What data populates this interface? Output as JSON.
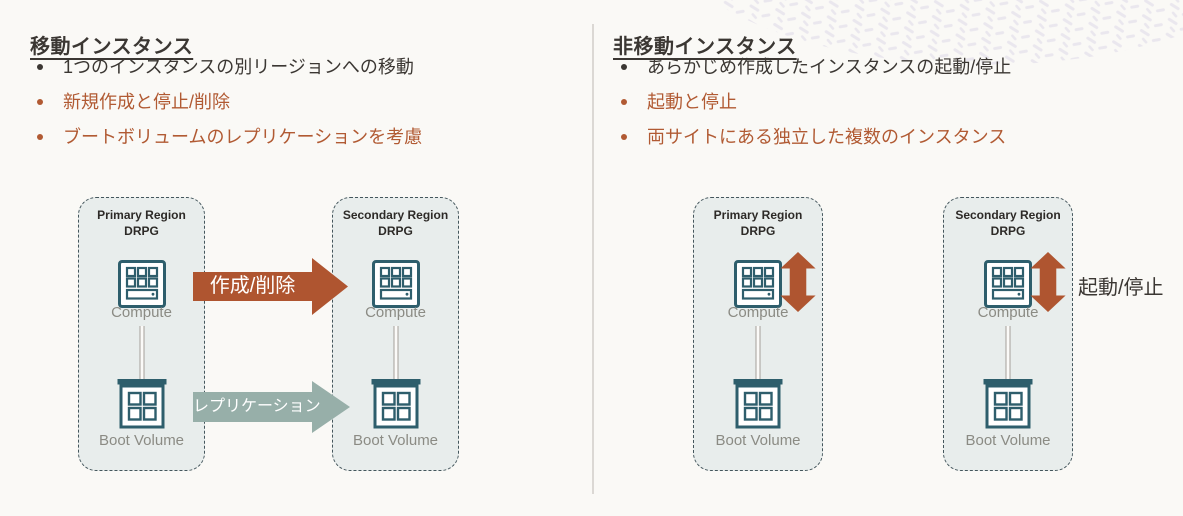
{
  "colors": {
    "accent_orange": "#af5530",
    "accent_sage": "#97afa9",
    "icon_teal": "#2e5e6c",
    "region_box_fill": "#e8edec",
    "orange_text": "#b15a33",
    "dark_text": "#3b3733",
    "gray_label": "#8b8b84"
  },
  "left_panel": {
    "title": "移動インスタンス",
    "bullets": [
      "1つのインスタンスの別リージョンへの移動",
      "新規作成と停止/削除",
      "ブートボリュームのレプリケーションを考慮"
    ],
    "primary_box": {
      "line1": "Primary Region",
      "line2": "DRPG",
      "compute_label": "Compute",
      "boot_label": "Boot Volume"
    },
    "secondary_box": {
      "line1": "Secondary Region",
      "line2": "DRPG",
      "compute_label": "Compute",
      "boot_label": "Boot Volume"
    },
    "create_delete_arrow_label": "作成/削除",
    "replication_arrow_label": "レプリケーション"
  },
  "right_panel": {
    "title": "非移動インスタンス",
    "bullets": [
      "あらかじめ作成したインスタンスの起動/停止",
      "起動と停止",
      "両サイトにある独立した複数のインスタンス"
    ],
    "primary_box": {
      "line1": "Primary Region",
      "line2": "DRPG",
      "compute_label": "Compute",
      "boot_label": "Boot Volume"
    },
    "secondary_box": {
      "line1": "Secondary Region",
      "line2": "DRPG",
      "compute_label": "Compute",
      "boot_label": "Boot Volume"
    },
    "start_stop_label": "起動/停止"
  }
}
